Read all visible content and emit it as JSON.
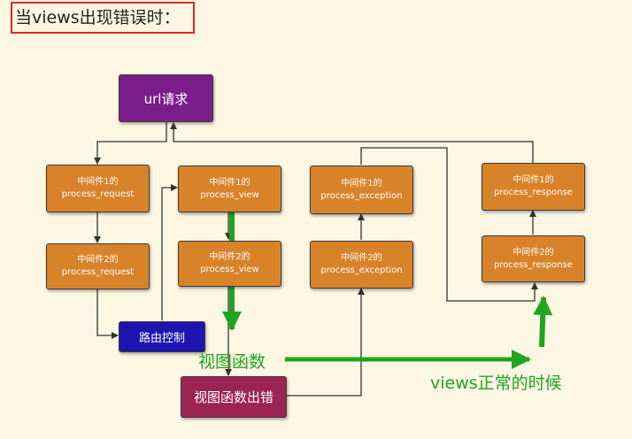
{
  "title": "当views出现错误时：",
  "nodes": {
    "url_request": "url请求",
    "mw1_request": [
      "中间件1的",
      "process_request"
    ],
    "mw2_request": [
      "中间件2的",
      "process_request"
    ],
    "route_control": "路由控制",
    "mw1_view": [
      "中间件1的",
      "process_view"
    ],
    "mw2_view": [
      "中间件2的",
      "process_view"
    ],
    "mw1_exception": [
      "中间件1的",
      "process_exception"
    ],
    "mw2_exception": [
      "中间件2的",
      "process_exception"
    ],
    "mw1_response": [
      "中间件1的",
      "process_response"
    ],
    "mw2_response": [
      "中间件2的",
      "process_response"
    ],
    "view_error": "视图函数出错"
  },
  "annotations": {
    "view_function": "视图函数",
    "views_normal": "views正常的时候"
  },
  "colors": {
    "middleware": "#d8832a",
    "url": "#7a1e8c",
    "route": "#1d14b0",
    "error": "#9c2452",
    "annotation": "#1fa51f",
    "title_border": "#e0262b",
    "background": "#fdf6e3"
  }
}
